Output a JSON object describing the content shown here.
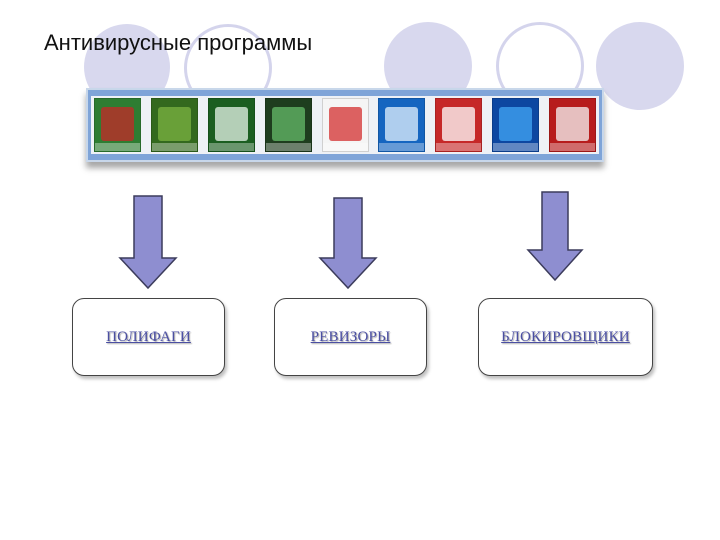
{
  "slide": {
    "title": "Антивирусные программы"
  },
  "banner": {
    "products": [
      {
        "name": "product-box-1",
        "color": "#2e7d32",
        "accent": "#c62828"
      },
      {
        "name": "product-box-2",
        "color": "#33691e",
        "accent": "#7cb342"
      },
      {
        "name": "product-box-3",
        "color": "#1b5e20",
        "accent": "#e8f5e9"
      },
      {
        "name": "product-box-4",
        "color": "#1e3d1e",
        "accent": "#66bb6a"
      },
      {
        "name": "product-box-5",
        "color": "#f5f5f5",
        "accent": "#d32f2f"
      },
      {
        "name": "product-box-6",
        "color": "#1565c0",
        "accent": "#e3f2fd"
      },
      {
        "name": "product-box-7",
        "color": "#c62828",
        "accent": "#ffffff"
      },
      {
        "name": "product-box-8",
        "color": "#0d47a1",
        "accent": "#42a5f5"
      },
      {
        "name": "product-box-9",
        "color": "#b71c1c",
        "accent": "#f5f5f5"
      }
    ]
  },
  "categories": [
    {
      "label": "ПОЛИФАГИ"
    },
    {
      "label": "РЕВИЗОРЫ"
    },
    {
      "label": "БЛОКИРОВЩИКИ"
    }
  ],
  "colors": {
    "arrow_fill": "#8e8ed0",
    "arrow_stroke": "#3c3c5c",
    "circle": "#d8d8ee",
    "label": "#4b4fa3"
  }
}
